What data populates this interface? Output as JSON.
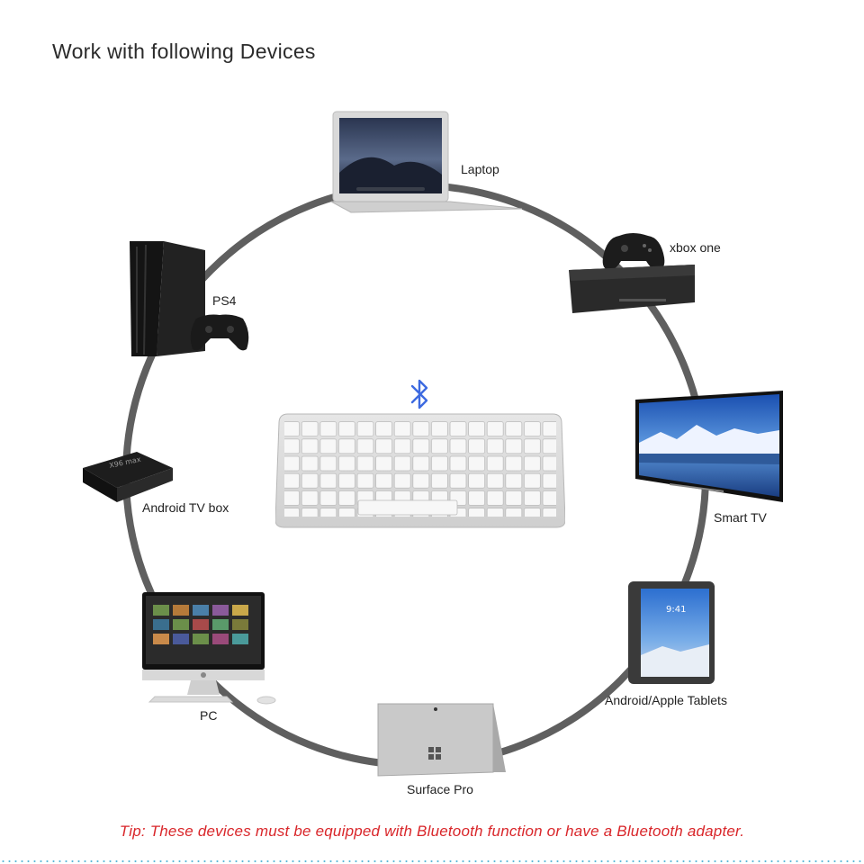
{
  "heading": "Work with following Devices",
  "devices": {
    "laptop": "Laptop",
    "xbox": "xbox one",
    "ps4": "PS4",
    "android_box": "Android TV box",
    "smart_tv": "Smart TV",
    "pc": "PC",
    "tablets": "Android/Apple Tablets",
    "surface": "Surface Pro"
  },
  "center": {
    "icon": "bluetooth-icon",
    "device": "keyboard"
  },
  "tip": "Tip: These devices must be equipped with Bluetooth function or have a Bluetooth adapter.",
  "colors": {
    "ring": "#5f5f5f",
    "tip": "#d9262a",
    "bluetooth": "#3d6ae0"
  }
}
